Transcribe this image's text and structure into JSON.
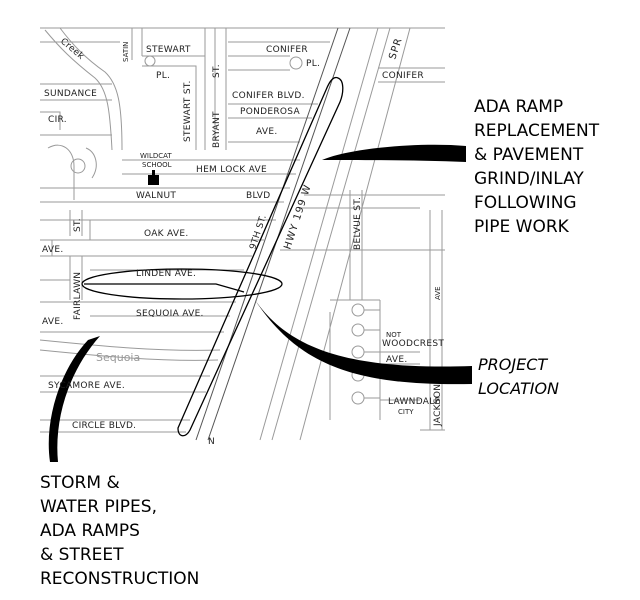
{
  "map": {
    "streets": {
      "creek": "Creek",
      "satinwood": "SATIN",
      "stewart_pl_1": "STEWART",
      "stewart_pl_2": "PL.",
      "st": "ST.",
      "conifer_pl_1": "CONIFER",
      "conifer_pl_2": "PL.",
      "spr": "SPR",
      "conifer": "CONIFER",
      "sundance": "SUNDANCE",
      "cir": "CIR.",
      "stewart_st": "STEWART ST.",
      "bryant": "BRYANT",
      "conifer_blvd": "CONIFER BLVD.",
      "ponderosa": "PONDEROSA",
      "ave": "AVE.",
      "wildcat_school_1": "WILDCAT",
      "wildcat_school_2": "SCHOOL",
      "hemlock": "HEM LOCK AVE",
      "walnut": "WALNUT",
      "blvd": "BLVD",
      "st_west": "ST.",
      "oak": "OAK AVE.",
      "ninth_st": "9TH ST.",
      "hwy": "HWY 199 W",
      "belvue": "BELVUE ST.",
      "ave_west": "AVE.",
      "fairlawn": "FAIRLAWN",
      "linden": "LINDEN AVE.",
      "ave_right": "AVE",
      "ave_w2": "AVE.",
      "sequoia_ave": "SEQUOIA AVE.",
      "sequoia_creek": "Sequoia",
      "not": "NOT",
      "woodcrest": "WOODCREST",
      "ave_woodcrest": "AVE.",
      "sycamore": "SYCAMORE AVE.",
      "lawndale": "LAWNDALE",
      "city": "CITY",
      "jackson": "JACKSON",
      "circle": "CIRCLE BLVD.",
      "n": "N"
    },
    "callouts": {
      "ada": [
        "ADA RAMP",
        "REPLACEMENT",
        "& PAVEMENT",
        "GRIND/INLAY",
        "FOLLOWING",
        "PIPE WORK"
      ],
      "project": [
        "PROJECT",
        "LOCATION"
      ],
      "storm": [
        "STORM &",
        "WATER PIPES,",
        "ADA RAMPS",
        "& STREET",
        "RECONSTRUCTION"
      ]
    },
    "colors": {
      "roads": "#9a9a9a",
      "outlines": "#000000"
    }
  }
}
